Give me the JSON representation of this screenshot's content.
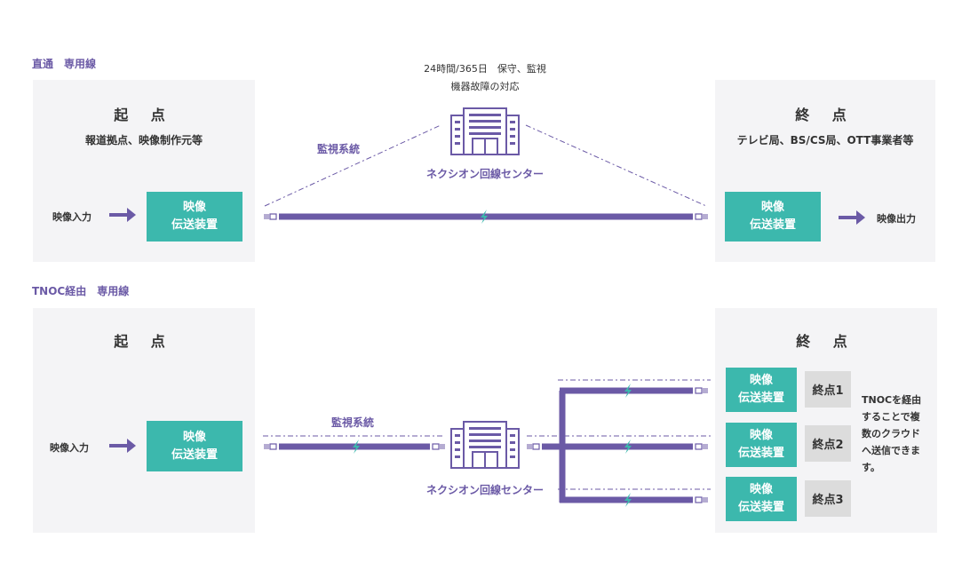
{
  "colors": {
    "accent": "#6b5aa6",
    "teal": "#3cb8ad",
    "panel": "#f4f4f6",
    "gray_box": "#dcdcdc"
  },
  "top": {
    "section_label": "直通　専用線",
    "note_line1": "24時間/365日　保守、監視",
    "note_line2": "機器故障の対応",
    "center_label": "ネクシオン回線センター",
    "monitor_label": "監視系統",
    "start": {
      "title": "起 点",
      "subtitle": "報道拠点、映像制作元等",
      "input_label": "映像入力",
      "device_line1": "映像",
      "device_line2": "伝送装置"
    },
    "end": {
      "title": "終 点",
      "subtitle": "テレビ局、BS/CS局、OTT事業者等",
      "output_label": "映像出力",
      "device_line1": "映像",
      "device_line2": "伝送装置"
    }
  },
  "bottom": {
    "section_label": "TNOC経由　専用線",
    "monitor_label": "監視系統",
    "center_label": "ネクシオン回線センター",
    "start": {
      "title": "起 点",
      "input_label": "映像入力",
      "device_line1": "映像",
      "device_line2": "伝送装置"
    },
    "end": {
      "title": "終 点",
      "device_line1": "映像",
      "device_line2": "伝送装置",
      "endpoints": [
        "終点1",
        "終点2",
        "終点3"
      ],
      "note_lines": [
        "TNOCを経由",
        "することで複",
        "数のクラウド",
        "へ送信できま",
        "す。"
      ]
    }
  }
}
